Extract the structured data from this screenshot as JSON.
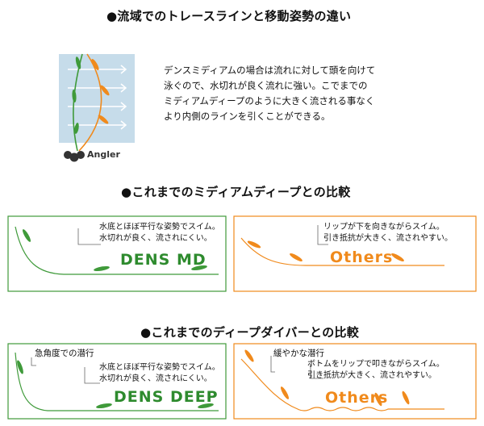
{
  "section1": {
    "title": "●流域でのトレースラインと移動姿勢の違い",
    "angler_label": "Angler",
    "description": [
      "デンスミディアムの場合は流れに対して頭を向けて",
      "泳ぐので、水切れが良く流れに強い。こでまでの",
      "ミディアムディープのように大きく流される事なく",
      "より内側のラインを引くことができる。"
    ]
  },
  "section2": {
    "title": "●これまでのミディアムディープとの比較",
    "left": {
      "caption": [
        "水底とほぼ平行な姿勢でスイム。",
        "水切れが良く、流されにくい。"
      ],
      "brand": "DENS MD"
    },
    "right": {
      "caption": [
        "リップが下を向きながらスイム。",
        "引き抵抗が大きく、流されやすい。"
      ],
      "brand": "Others"
    }
  },
  "section3": {
    "title": "●これまでのディープダイバーとの比較",
    "left": {
      "note": "急角度での潜行",
      "caption": [
        "水底とほぼ平行な姿勢でスイム。",
        "水切れが良く、流されにくい。"
      ],
      "brand": "DENS DEEP"
    },
    "right": {
      "note": "緩やかな潜行",
      "caption": [
        "ボトムをリップで叩きながらスイム。",
        "引き抵抗が大きく、流されやすい。"
      ],
      "brand": "Others"
    }
  },
  "colors": {
    "green": "#3f9a3a",
    "orange": "#f08a1c",
    "water": "#c6dcea",
    "brand_green": "#2e8b2e",
    "brand_orange": "#f08a1c"
  }
}
